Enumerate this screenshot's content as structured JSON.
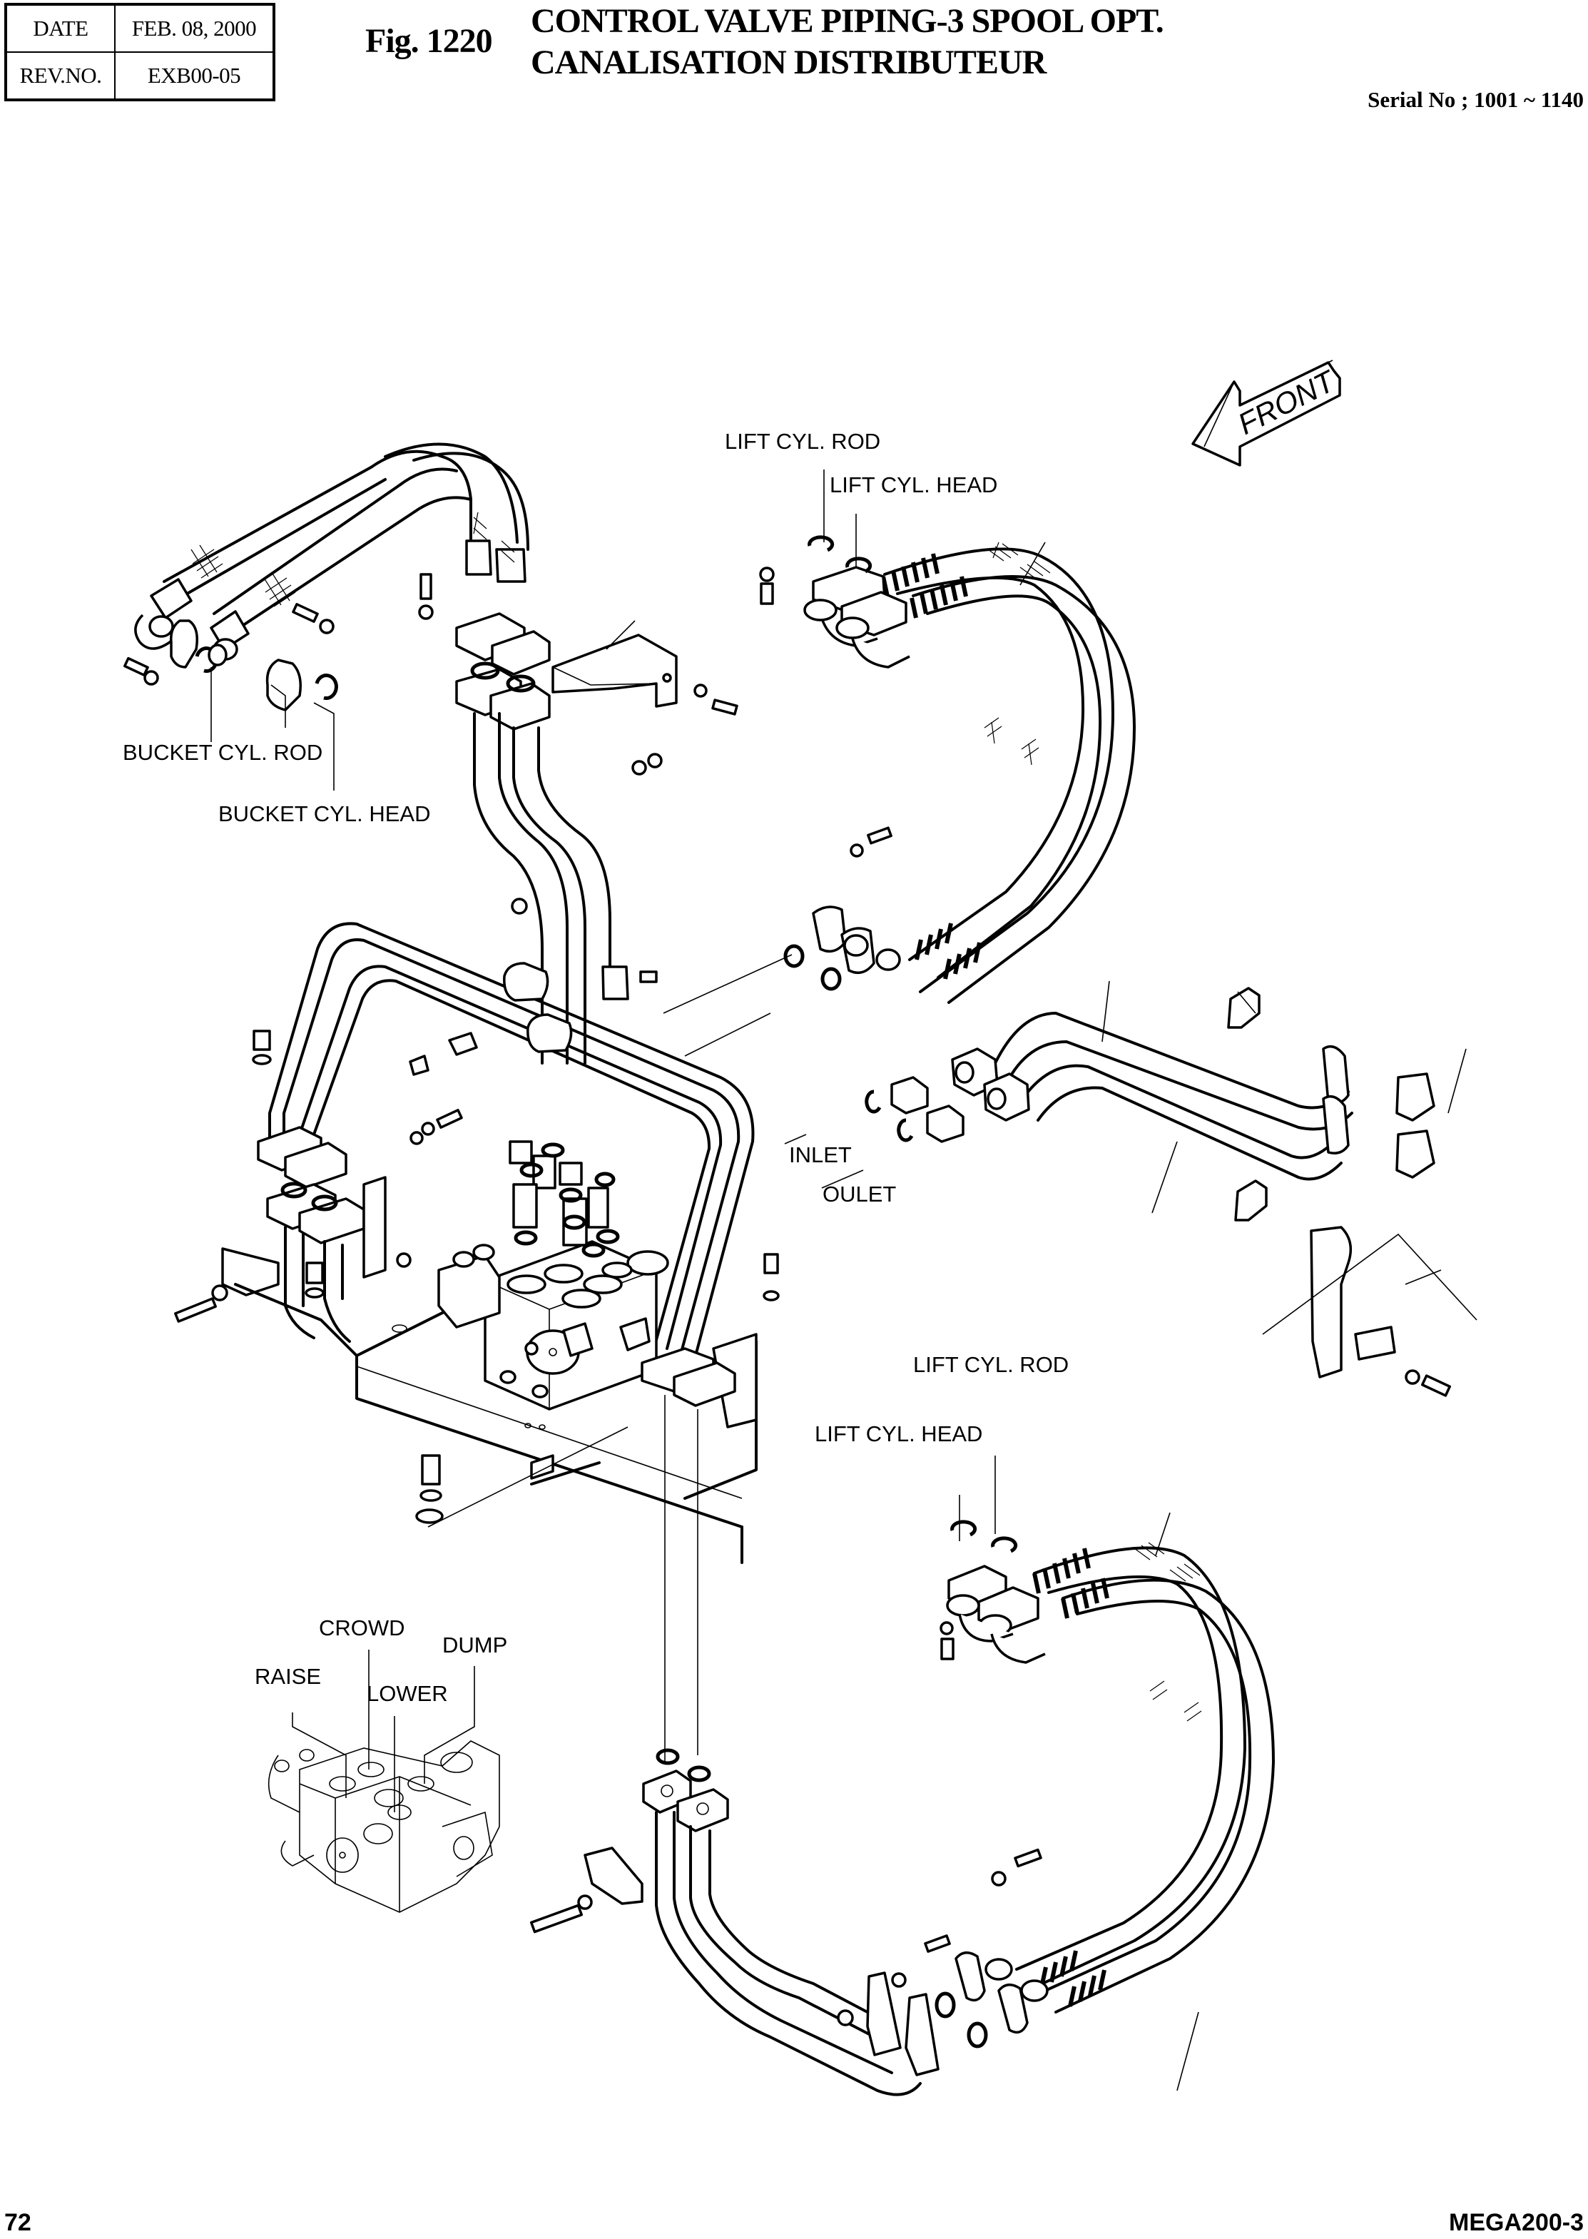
{
  "header": {
    "date_label": "DATE",
    "date_value": "FEB. 08, 2000",
    "rev_label": "REV.NO.",
    "rev_value": "EXB00-05",
    "figure_number": "Fig. 1220",
    "title_en": "CONTROL VALVE PIPING-3 SPOOL OPT.",
    "title_fr": "CANALISATION DISTRIBUTEUR",
    "serial": "Serial No ; 1001 ~ 1140"
  },
  "drawing": {
    "front_arrow_label": "FRONT",
    "labels": {
      "lift_cyl_rod_upper": "LIFT CYL. ROD",
      "lift_cyl_head_upper": "LIFT CYL. HEAD",
      "bucket_cyl_rod": "BUCKET CYL. ROD",
      "bucket_cyl_head": "BUCKET CYL. HEAD",
      "inlet": "INLET",
      "outlet": "OULET",
      "lift_cyl_rod_lower": "LIFT CYL. ROD",
      "lift_cyl_head_lower": "LIFT CYL. HEAD",
      "crowd": "CROWD",
      "dump": "DUMP",
      "raise": "RAISE",
      "lower": "LOWER"
    }
  },
  "footer": {
    "page_number": "72",
    "model": "MEGA200-3"
  }
}
